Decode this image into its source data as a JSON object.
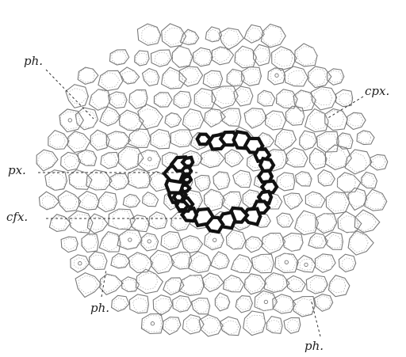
{
  "figure": {
    "labels": [
      {
        "key": "ph_upper",
        "text": "ph."
      },
      {
        "key": "cpx",
        "text": "cpx."
      },
      {
        "key": "px",
        "text": "px."
      },
      {
        "key": "cfx",
        "text": "cfx."
      },
      {
        "key": "ph_lower_left",
        "text": "ph."
      },
      {
        "key": "ph_lower_right",
        "text": "ph."
      }
    ]
  }
}
